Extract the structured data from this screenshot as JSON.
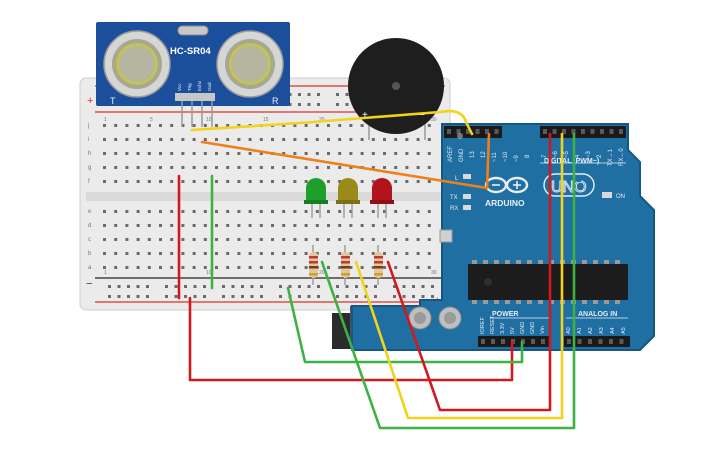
{
  "sensor": {
    "model": "HC-SR04",
    "pin_vcc": "Vcc",
    "pin_trig": "Trig",
    "pin_echo": "Echo",
    "pin_gnd": "Gnd",
    "mark_t": "T",
    "mark_r": "R"
  },
  "buzzer": {
    "plus": "+",
    "minus": "−"
  },
  "breadboard": {
    "row_letters_top": [
      "j",
      "i",
      "h",
      "g",
      "f"
    ],
    "row_letters_bottom": [
      "e",
      "d",
      "c",
      "b",
      "a"
    ],
    "column_numbers": [
      "1",
      "5",
      "10",
      "15",
      "20",
      "25",
      "30"
    ],
    "rail_plus": "+",
    "rail_minus": "−"
  },
  "arduino": {
    "brand": "ARDUINO",
    "model": "UNO",
    "digital_label": "DIGITAL (PWM~)",
    "power_label": "POWER",
    "analog_label": "ANALOG IN",
    "on_label": "ON",
    "l_label": "L",
    "tx_label": "TX",
    "rx_label": "RX",
    "digital_pins": [
      "AREF",
      "GND",
      "13",
      "12",
      "~11",
      "~10",
      "~9",
      "8",
      "7",
      "~6",
      "~5",
      "4",
      "~3",
      "2",
      "TX→1",
      "RX←0"
    ],
    "power_pins": [
      "IOREF",
      "RESET",
      "3.3V",
      "5V",
      "GND",
      "GND",
      "Vin"
    ],
    "analog_pins": [
      "A0",
      "A1",
      "A2",
      "A3",
      "A4",
      "A5"
    ]
  },
  "leds": [
    {
      "color": "green",
      "hex": "#1e9e2a"
    },
    {
      "color": "yellow",
      "hex": "#9a8a1a"
    },
    {
      "color": "red",
      "hex": "#b3141c"
    }
  ],
  "wires": [
    {
      "color": "red",
      "hex": "#d1191d"
    },
    {
      "color": "green",
      "hex": "#3db244"
    },
    {
      "color": "yellow",
      "hex": "#f2d21b"
    },
    {
      "color": "orange",
      "hex": "#ef7f1a"
    }
  ],
  "colors": {
    "board_blue": "#1f6fa3",
    "board_dark": "#17577f",
    "sensor_blue": "#1b4f9c",
    "breadboard": "#ebebeb"
  }
}
